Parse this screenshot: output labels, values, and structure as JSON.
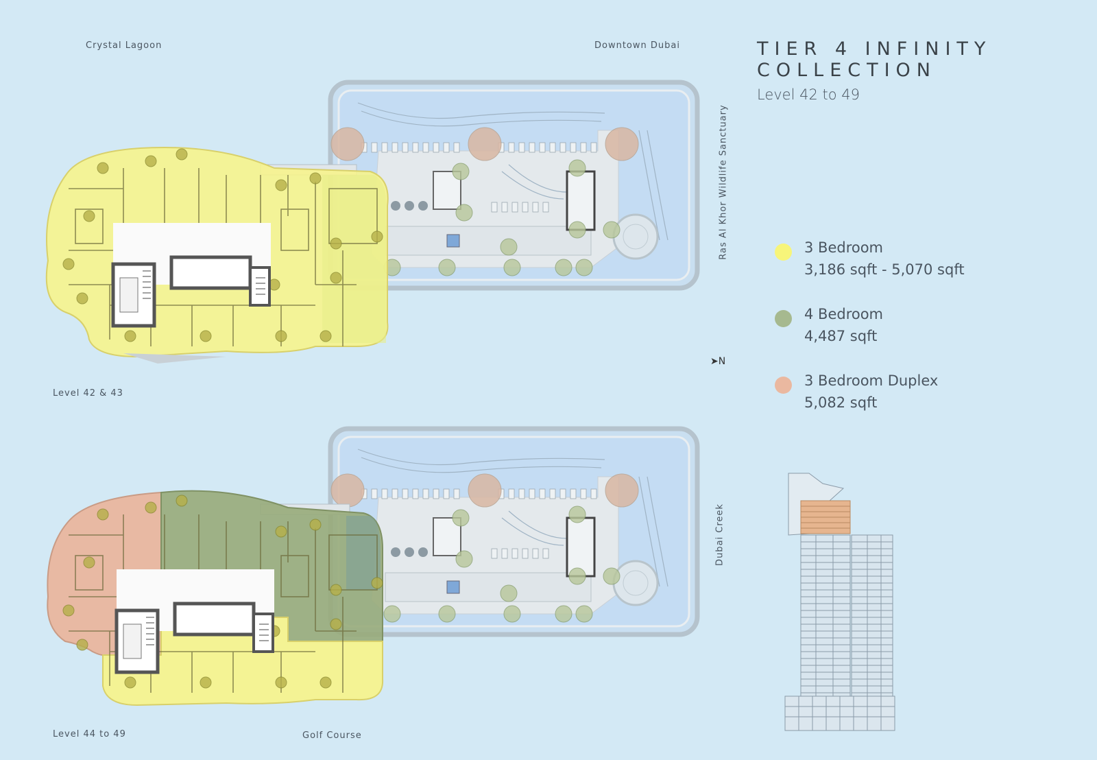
{
  "title_line1": "TIER 4 INFINITY",
  "title_line2": "COLLECTION",
  "subtitle": "Level 42 to 49",
  "orientation": {
    "top": "Crystal Lagoon",
    "top_right": "Downtown Dubai",
    "right_upper": "Ras Al Khor Wildlife Sanctuary",
    "right_lower": "Dubai Creek",
    "bottom": "Golf Course",
    "north": "N"
  },
  "plans": [
    {
      "label": "Level 42 & 43"
    },
    {
      "label": "Level 44 to 49"
    }
  ],
  "legend": [
    {
      "name": "3 Bedroom",
      "size": "3,186 sqft - 5,070 sqft",
      "color": "#f7f57a"
    },
    {
      "name": "4 Bedroom",
      "size": "4,487 sqft",
      "color": "#a6b98f"
    },
    {
      "name": "3 Bedroom Duplex",
      "size": "5,082 sqft",
      "color": "#eab8a0"
    }
  ],
  "colors": {
    "background": "#d3e9f5",
    "pool": "#c3ddf3",
    "deck": "#e6ecef"
  }
}
